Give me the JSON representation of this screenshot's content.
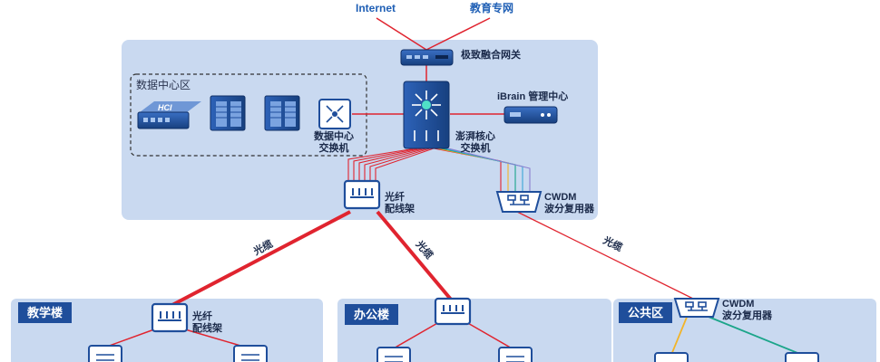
{
  "top_labels": {
    "internet": "Internet",
    "edu_net": "教育专网"
  },
  "core": {
    "gateway_label": "极致融合网关",
    "ibrain_label": "iBrain 管理中心",
    "core_switch_label_1": "澎湃核心",
    "core_switch_label_2": "交换机",
    "dc_zone_title": "数据中心区",
    "hci_text": "HCI",
    "dc_switch_label_1": "数据中心",
    "dc_switch_label_2": "交换机",
    "odf_label_1": "光纤",
    "odf_label_2": "配线架",
    "cwdm_label_1": "CWDM",
    "cwdm_label_2": "波分复用器"
  },
  "links": {
    "cable_left": "光缆",
    "cable_mid": "光缆",
    "cable_right": "光缆"
  },
  "zones": {
    "teaching": {
      "title": "教学楼",
      "odf_label_1": "光纤",
      "odf_label_2": "配线架"
    },
    "office": {
      "title": "办公楼"
    },
    "public": {
      "title": "公共区",
      "cwdm_label_1": "CWDM",
      "cwdm_label_2": "波分复用器"
    }
  },
  "colors": {
    "panel": "#c9d9f0",
    "device": "#1f4e9b",
    "link_red": "#e0242f",
    "link_yellow": "#f2b429",
    "link_green": "#1ba58a"
  }
}
